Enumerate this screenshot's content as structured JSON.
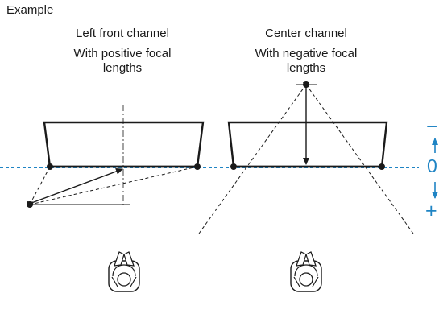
{
  "header": {
    "label": "Example"
  },
  "left_panel": {
    "title_line1": "Left front channel",
    "title_line2": "With positive focal",
    "title_line3": "lengths"
  },
  "center_panel": {
    "title_line1": "Center channel",
    "title_line2": "With negative focal",
    "title_line3": "lengths"
  },
  "scale": {
    "minus": "−",
    "zero": "0",
    "plus": "+"
  },
  "colors": {
    "line": "#1a1a1a",
    "accent": "#1f84c4"
  },
  "icons": [
    "listener-seat-icon",
    "listener-seat-icon"
  ]
}
